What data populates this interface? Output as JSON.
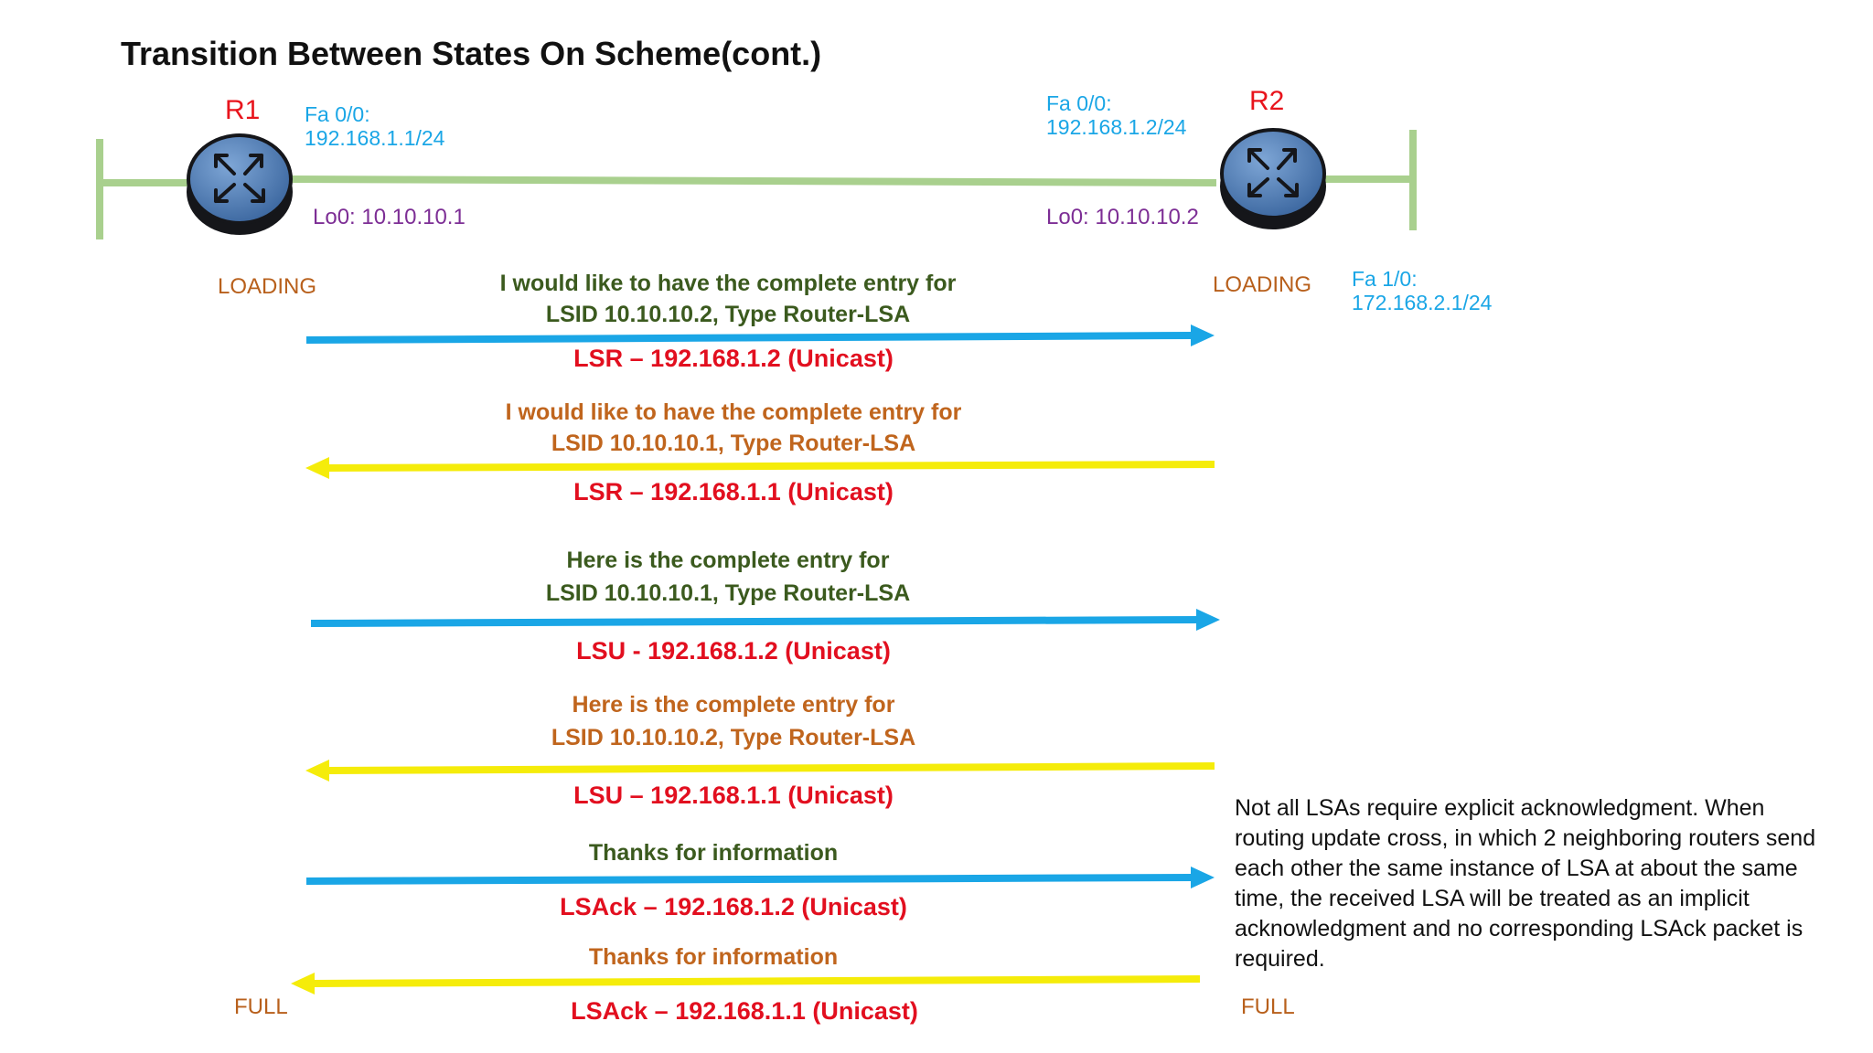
{
  "title": "Transition Between States On Scheme(cont.)",
  "routers": {
    "r1": {
      "name": "R1",
      "fa_label": "Fa 0/0:",
      "fa_ip": "192.168.1.1/24",
      "loopback": "Lo0: 10.10.10.1",
      "state_start": "LOADING",
      "state_end": "FULL"
    },
    "r2": {
      "name": "R2",
      "fa_label": "Fa 0/0:",
      "fa_ip": "192.168.1.2/24",
      "loopback": "Lo0: 10.10.10.2",
      "fa1_label": "Fa 1/0:",
      "fa1_ip": "172.168.2.1/24",
      "state_start": "LOADING",
      "state_end": "FULL"
    }
  },
  "messages": [
    {
      "direction": "right",
      "color": "#1aa6e6",
      "line1": "I would like to have the complete entry for",
      "line2": "LSID 10.10.10.2, Type Router-LSA",
      "packet": "LSR – 192.168.1.2 (Unicast)"
    },
    {
      "direction": "left",
      "color": "#f5ec0a",
      "line1": "I would like to have the complete entry for",
      "line2": "LSID 10.10.10.1, Type Router-LSA",
      "packet": "LSR – 192.168.1.1 (Unicast)"
    },
    {
      "direction": "right",
      "color": "#1aa6e6",
      "line1": "Here is the complete entry for",
      "line2": "LSID 10.10.10.1, Type Router-LSA",
      "packet": "LSU - 192.168.1.2 (Unicast)"
    },
    {
      "direction": "left",
      "color": "#f5ec0a",
      "line1": "Here is the complete entry for",
      "line2": "LSID 10.10.10.2, Type Router-LSA",
      "packet": "LSU – 192.168.1.1 (Unicast)"
    },
    {
      "direction": "right",
      "color": "#1aa6e6",
      "line1": "Thanks for information",
      "packet": "LSAck – 192.168.1.2 (Unicast)"
    },
    {
      "direction": "left",
      "color": "#f5ec0a",
      "line1": "Thanks for information",
      "packet": "LSAck – 192.168.1.1 (Unicast)"
    }
  ],
  "note": "Not all LSAs require explicit acknowledgment. When routing update cross, in which 2 neighboring routers send each other the same instance of LSA at about the same time, the received LSA will be treated as an implicit acknowledgment and no corresponding LSAck packet is required.",
  "colors": {
    "link": "#a9d08e",
    "router_body": "#5b84b8",
    "router_edge": "#15161a"
  }
}
